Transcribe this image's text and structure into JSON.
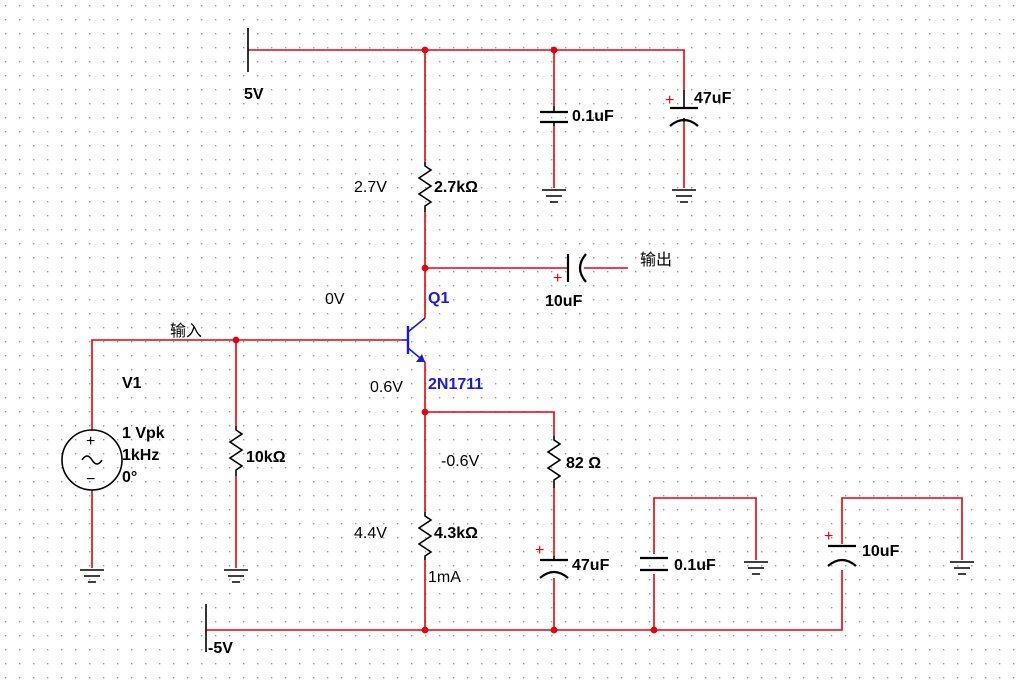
{
  "colors": {
    "wire": "#e8000b",
    "component": "#000000",
    "transistor": "#1a1adc",
    "grid_dot": "#9a9a9a",
    "background": "#ffffff"
  },
  "rails": {
    "vcc": "5V",
    "vee": "-5V"
  },
  "labels": {
    "input_net": "输入",
    "output_net": "输出"
  },
  "source": {
    "name": "V1",
    "amplitude": "1 Vpk",
    "frequency": "1kHz",
    "phase": "0°",
    "plus": "+",
    "minus": "−"
  },
  "transistor": {
    "name": "Q1",
    "model": "2N1711"
  },
  "components": {
    "r_collector": "2.7kΩ",
    "r_base": "10kΩ",
    "r_emitter_bypass": "82 Ω",
    "r_emitter": "4.3kΩ",
    "c_supply_small": "0.1uF",
    "c_supply_big": "47uF",
    "c_output": "10uF",
    "c_emitter": "47uF",
    "c_vee_small": "0.1uF",
    "c_vee_big": "10uF",
    "polarity_mark": "+"
  },
  "probes": {
    "v_collector_drop": "2.7V",
    "v_base": "0V",
    "v_be": "0.6V",
    "v_emitter": "-0.6V",
    "v_emitter_drop": "4.4V",
    "i_emitter": "1mA"
  }
}
